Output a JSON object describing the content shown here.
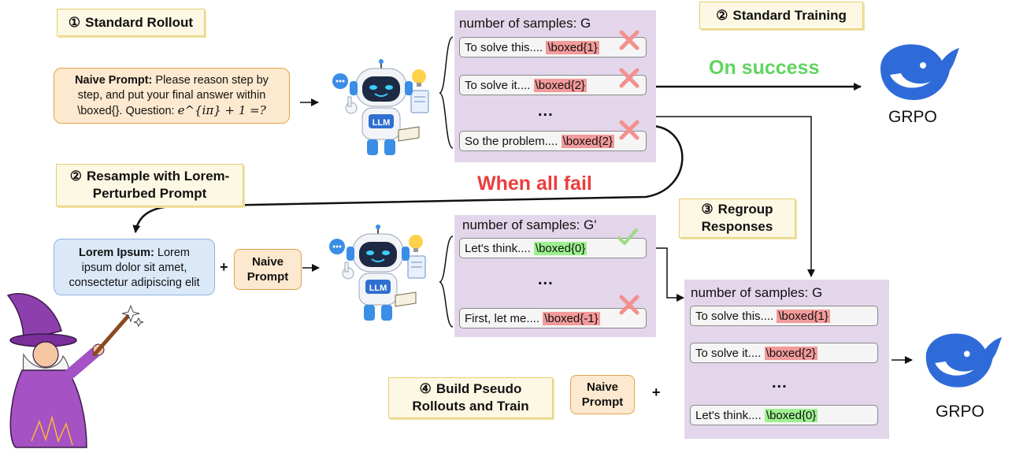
{
  "tags": {
    "standard_rollout": {
      "num": "①",
      "text": "Standard Rollout"
    },
    "standard_training": {
      "num": "②",
      "text": "Standard Training"
    },
    "resample": {
      "num": "②",
      "line1": "Resample with Lorem-",
      "line2": "Perturbed Prompt"
    },
    "regroup": {
      "num": "③",
      "line1": "Regroup",
      "line2": "Responses"
    },
    "build": {
      "num": "④",
      "line1": "Build Pseudo",
      "line2": "Rollouts and Train"
    }
  },
  "naive_prompt": {
    "label": "Naive Prompt:",
    "text1": " Please reason step by",
    "text2": "step, and put your final answer within",
    "text3": "\\boxed{}. Question: ",
    "equation": "e^{iπ} + 1 =?"
  },
  "lorem_prompt": {
    "label": "Lorem Ipsum:",
    "text1": " Lorem",
    "text2": "ipsum dolor sit amet,",
    "text3": "consectetur adipiscing elit"
  },
  "naive_small": {
    "line1": "Naive",
    "line2": "Prompt"
  },
  "panel_top": {
    "title": "number of samples: G",
    "responses": [
      {
        "text": "To solve this....",
        "boxed": "\\boxed{1}"
      },
      {
        "text": "To solve it....",
        "boxed": "\\boxed{2}"
      },
      {
        "text": "So the problem....",
        "boxed": "\\boxed{2}"
      }
    ],
    "dots": "..."
  },
  "panel_mid": {
    "title": "number of samples: G'",
    "responses": [
      {
        "text": "Let's think....",
        "boxed": "\\boxed{0}"
      },
      {
        "text": "First, let me....",
        "boxed": "\\boxed{-1}"
      }
    ],
    "dots": "..."
  },
  "panel_bottom": {
    "title": "number of samples: G",
    "responses": [
      {
        "text": "To solve this....",
        "boxed": "\\boxed{1}"
      },
      {
        "text": "To solve it....",
        "boxed": "\\boxed{2}"
      },
      {
        "text": "Let's think....",
        "boxed": "\\boxed{0}"
      }
    ],
    "dots": "..."
  },
  "on_success": "On success",
  "when_all_fail": "When all fail",
  "grpo": "GRPO",
  "robot_badge": "LLM",
  "plus": "+",
  "colors": {
    "wrong_highlight": "#f39a9a",
    "right_highlight": "#9df08f",
    "panel": "#e3d6ea",
    "success": "#5fd45f",
    "fail": "#ec3d3d"
  }
}
